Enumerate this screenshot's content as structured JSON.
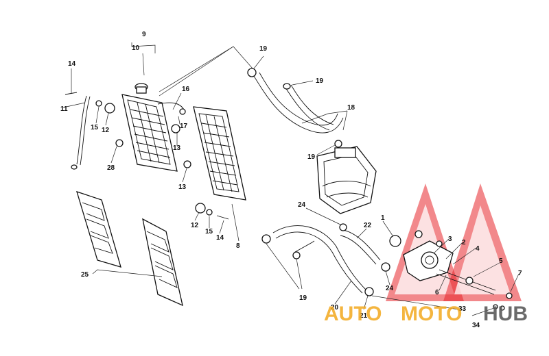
{
  "diagram": {
    "callouts": [
      "9",
      "10",
      "14",
      "11",
      "15",
      "12",
      "28",
      "16",
      "17",
      "13",
      "13",
      "12",
      "15",
      "14",
      "8",
      "19",
      "19",
      "18",
      "19",
      "24",
      "22",
      "1",
      "3",
      "2",
      "4",
      "5",
      "7",
      "6",
      "19",
      "20",
      "21",
      "24",
      "33",
      "34",
      "25"
    ]
  },
  "watermark": {
    "auto": "AUTO",
    "moto": "MOTO",
    "hub": "HUB",
    "colors": {
      "triangle": "#e8262b",
      "auto": "#f2a81d",
      "moto": "#f2a81d",
      "hub": "#5a5a5a"
    }
  }
}
